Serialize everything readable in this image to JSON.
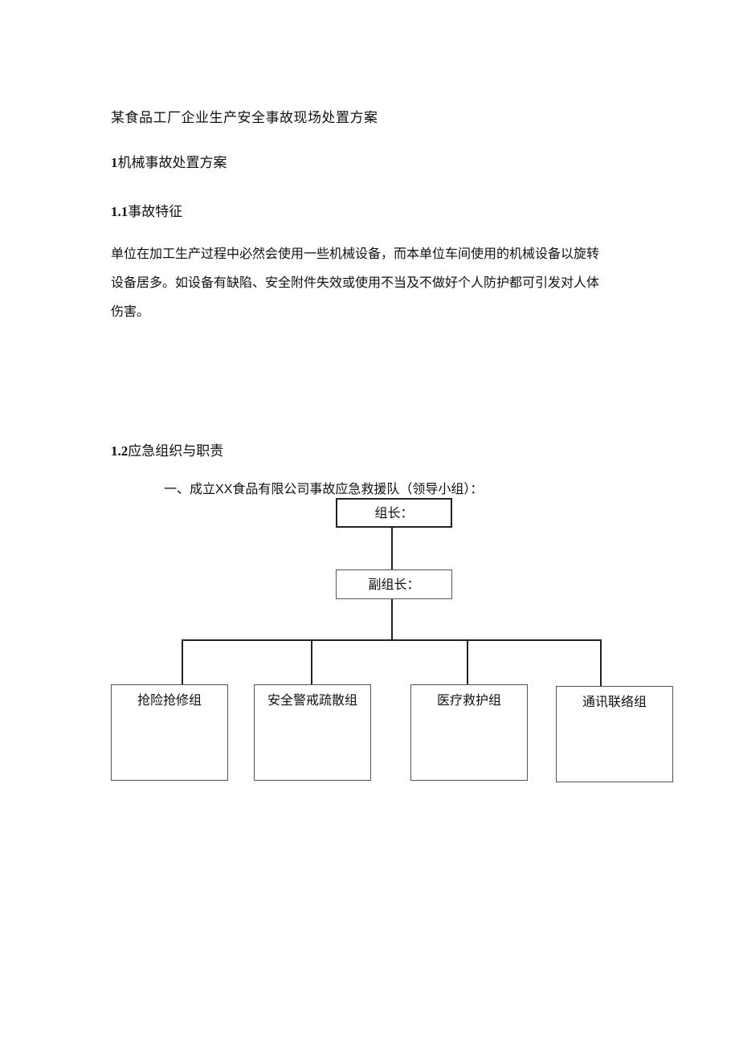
{
  "document": {
    "title": "某食品工厂企业生产安全事故现场处置方案",
    "section1": {
      "num": "1",
      "text": "机械事故处置方案"
    },
    "section1_1": {
      "num": "1.1",
      "text": "事故特征"
    },
    "paragraph_lines": [
      "单位在加工生产过程中必然会使用一些机械设备，而本单位车间使用的机械设备以旋转",
      "设备居多。如设备有缺陷、安全附件失效或使用不当及不做好个人防护都可引发对人体",
      "伤害。"
    ],
    "section1_2": {
      "num": "1.2",
      "text": "应急组织与职责"
    },
    "subhead": {
      "prefix": "一、成立",
      "latin": "XX",
      "suffix": "食品有限公司事故应急救援队（领导小组）："
    }
  },
  "org_chart": {
    "leader": "组长：",
    "deputy": "副组长：",
    "teams": [
      "抢险抢修组",
      "安全警戒疏散组",
      "医疗救护组",
      "通讯联络组"
    ]
  }
}
